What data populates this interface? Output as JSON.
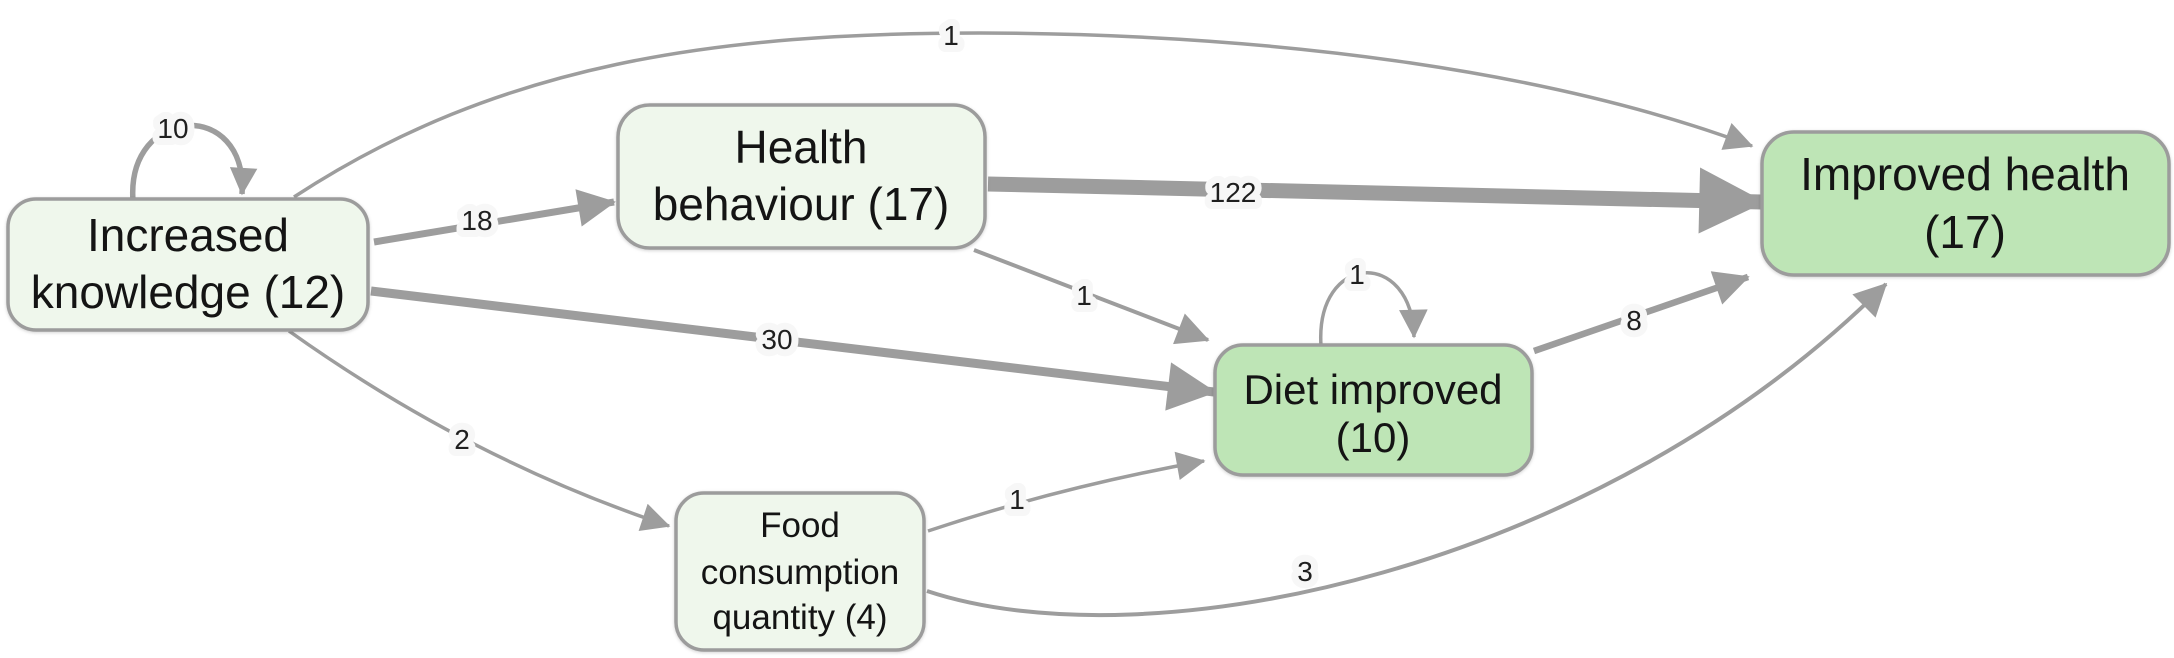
{
  "graph": {
    "background": "#ffffff",
    "colors": {
      "node_fill_pale": "#eff7ec",
      "node_fill_green": "#bee5b6",
      "node_border": "#9c9c9c",
      "edge": "#9d9d9d",
      "text": "#141414"
    },
    "nodes": [
      {
        "id": "increased-knowledge",
        "label": "Increased knowledge (12)",
        "lines": [
          "Increased",
          "knowledge (12)"
        ],
        "count": 12,
        "fill": "pale"
      },
      {
        "id": "health-behaviour",
        "label": "Health behaviour (17)",
        "lines": [
          "Health",
          "behaviour (17)"
        ],
        "count": 17,
        "fill": "pale"
      },
      {
        "id": "improved-health",
        "label": "Improved health (17)",
        "lines": [
          "Improved health",
          "(17)"
        ],
        "count": 17,
        "fill": "green"
      },
      {
        "id": "diet-improved",
        "label": "Diet improved (10)",
        "lines": [
          "Diet improved",
          "(10)"
        ],
        "count": 10,
        "fill": "green"
      },
      {
        "id": "food-consumption-quantity",
        "label": "Food consumption quantity (4)",
        "lines": [
          "Food",
          "consumption",
          "quantity (4)"
        ],
        "count": 4,
        "fill": "pale"
      }
    ],
    "edges": [
      {
        "from": "increased-knowledge",
        "to": "increased-knowledge",
        "weight": "10",
        "type": "self-loop"
      },
      {
        "from": "increased-knowledge",
        "to": "health-behaviour",
        "weight": "18",
        "type": "link"
      },
      {
        "from": "increased-knowledge",
        "to": "improved-health",
        "weight": "1",
        "type": "link"
      },
      {
        "from": "health-behaviour",
        "to": "improved-health",
        "weight": "122",
        "type": "link"
      },
      {
        "from": "increased-knowledge",
        "to": "diet-improved",
        "weight": "30",
        "type": "link"
      },
      {
        "from": "increased-knowledge",
        "to": "food-consumption-quantity",
        "weight": "2",
        "type": "link"
      },
      {
        "from": "health-behaviour",
        "to": "diet-improved",
        "weight": "1",
        "type": "link"
      },
      {
        "from": "diet-improved",
        "to": "diet-improved",
        "weight": "1",
        "type": "self-loop"
      },
      {
        "from": "diet-improved",
        "to": "improved-health",
        "weight": "8",
        "type": "link"
      },
      {
        "from": "food-consumption-quantity",
        "to": "diet-improved",
        "weight": "1",
        "type": "link"
      },
      {
        "from": "food-consumption-quantity",
        "to": "improved-health",
        "weight": "3",
        "type": "link"
      }
    ]
  }
}
